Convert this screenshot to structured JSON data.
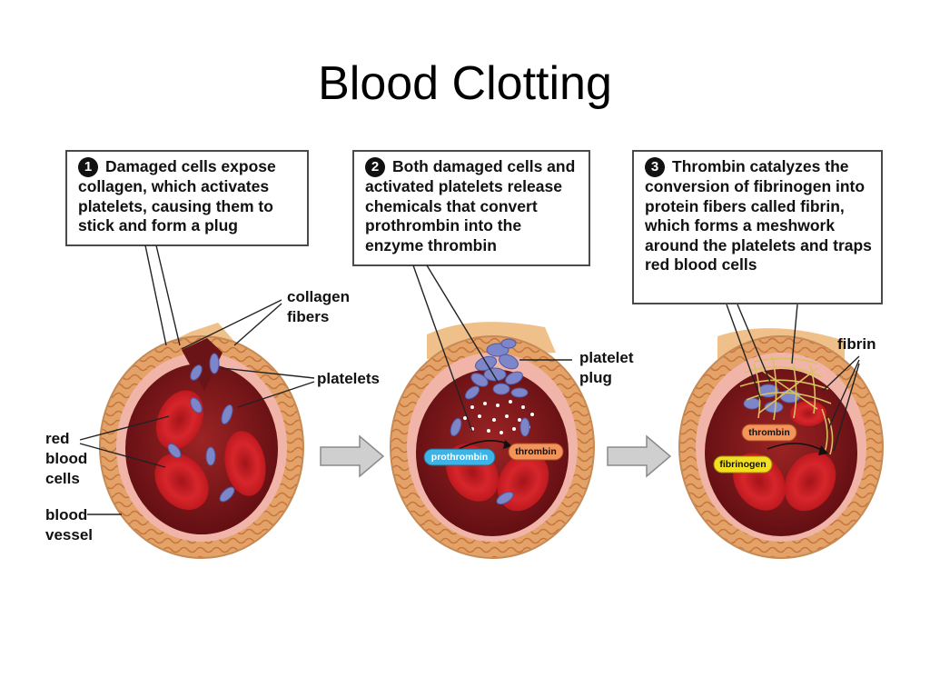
{
  "title": "Blood Clotting",
  "steps": [
    {
      "number": "1",
      "text": "Damaged cells expose collagen, which activates platelets, causing them to stick and form a plug"
    },
    {
      "number": "2",
      "text": "Both damaged cells and activated platelets release chemicals that convert prothrombin into the enzyme thrombin"
    },
    {
      "number": "3",
      "text": "Thrombin catalyzes the conversion of fibrinogen into protein fibers called fibrin, which forms a meshwork around the platelets and traps red blood cells"
    }
  ],
  "labels": {
    "collagen_fibers": "collagen fibers",
    "platelets": "platelets",
    "red_blood_cells": "red blood cells",
    "blood_vessel": "blood vessel",
    "platelet_plug": "platelet plug",
    "fibrin": "fibrin",
    "prothrombin": "prothrombin",
    "thrombin": "thrombin",
    "fibrinogen": "fibrinogen"
  },
  "colors": {
    "vessel_wall": "#e6a86a",
    "lumen": "#8a1f1f",
    "red_cell": "#c81e24",
    "platelet": "#7d86c9",
    "fibrin": "#e7d27a",
    "prothrombin_tag": "#3db3e6",
    "thrombin_tag": "#f4935a",
    "fibrinogen_tag": "#f2e020"
  }
}
